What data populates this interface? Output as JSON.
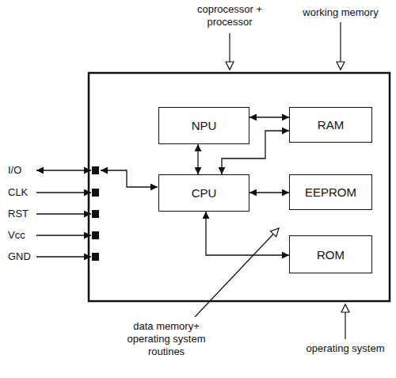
{
  "diagram": {
    "nodes": [
      {
        "text": [
          "NPU"
        ]
      },
      {
        "text": [
          "RAM"
        ]
      },
      {
        "text": [
          "CPU"
        ]
      },
      {
        "text": [
          "EEPROM"
        ]
      },
      {
        "text": [
          "ROM"
        ]
      }
    ],
    "edges": [
      {
        "from": 0,
        "to": 1,
        "arrow": "both"
      },
      {
        "from": 0,
        "to": 2,
        "arrow": "both"
      },
      {
        "from": 2,
        "to": 1,
        "arrow": "both"
      },
      {
        "from": 2,
        "to": 3,
        "arrow": "both"
      },
      {
        "from": 2,
        "to": 4,
        "arrow": "both"
      }
    ],
    "labels": [
      "coprocessor + processor",
      "working memory",
      "I/O",
      "CLK",
      "RST",
      "Vcc",
      "GND",
      "data memory+ operating system routines",
      "operating system"
    ]
  }
}
